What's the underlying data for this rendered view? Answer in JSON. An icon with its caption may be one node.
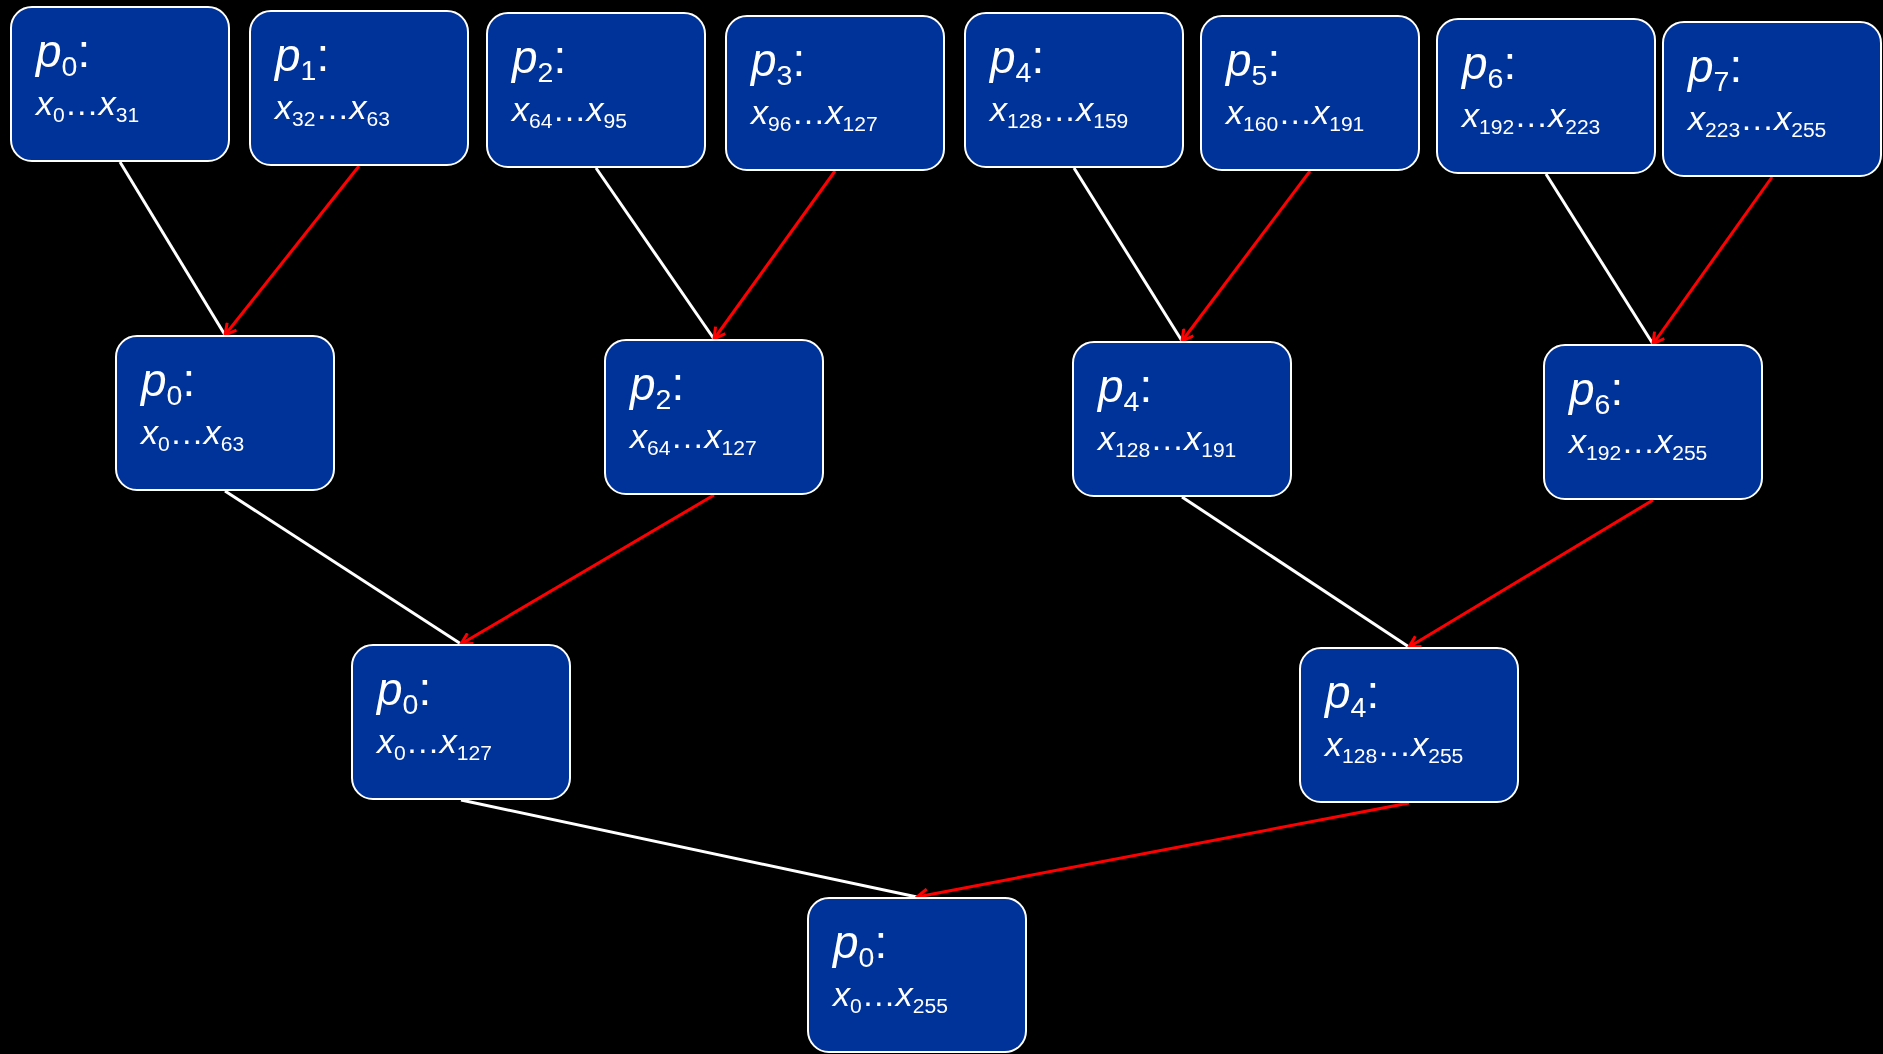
{
  "diagram": {
    "nodes": [
      {
        "text": [
          "*p*$_{0}$:",
          "*x*$_{0}$…*x*$_{31}$"
        ]
      },
      {
        "text": [
          "*p*$_{1}$:",
          "*x*$_{32}$…*x*$_{63}$"
        ]
      },
      {
        "text": [
          "*p*$_{2}$:",
          "*x*$_{64}$…*x*$_{95}$"
        ]
      },
      {
        "text": [
          "*p*$_{3}$:",
          "*x*$_{96}$…*x*$_{127}$"
        ]
      },
      {
        "text": [
          "*p*$_{4}$:",
          "*x*$_{128}$…*x*$_{159}$"
        ]
      },
      {
        "text": [
          "*p*$_{5}$:",
          "*x*$_{160}$…*x*$_{191}$"
        ]
      },
      {
        "text": [
          "*p*$_{6}$:",
          "*x*$_{192}$…*x*$_{223}$"
        ]
      },
      {
        "text": [
          "*p*$_{7}$:",
          "*x*$_{223}$…*x*$_{255}$"
        ]
      },
      {
        "text": [
          "*p*$_{0}$:",
          "*x*$_{0}$…*x*$_{63}$"
        ]
      },
      {
        "text": [
          "*p*$_{2}$:",
          "*x*$_{64}$…*x*$_{127}$"
        ]
      },
      {
        "text": [
          "*p*$_{4}$:",
          "*x*$_{128}$…*x*$_{191}$"
        ]
      },
      {
        "text": [
          "*p*$_{6}$:",
          "*x*$_{192}$…*x*$_{255}$"
        ]
      },
      {
        "text": [
          "*p*$_{0}$:",
          "*x*$_{0}$…*x*$_{127}$"
        ]
      },
      {
        "text": [
          "*p*$_{4}$:",
          "*x*$_{128}$…*x*$_{255}$"
        ]
      },
      {
        "text": [
          "*p*$_{0}$:",
          "*x*$_{0}$…*x*$_{255}$"
        ]
      }
    ],
    "edges": [
      {
        "from": 0,
        "to": 8,
        "arrow": "none",
        "color": "#ffffff"
      },
      {
        "from": 1,
        "to": 8,
        "arrow": "to",
        "color": "#ff0000"
      },
      {
        "from": 2,
        "to": 9,
        "arrow": "none",
        "color": "#ffffff"
      },
      {
        "from": 3,
        "to": 9,
        "arrow": "to",
        "color": "#ff0000"
      },
      {
        "from": 4,
        "to": 10,
        "arrow": "none",
        "color": "#ffffff"
      },
      {
        "from": 5,
        "to": 10,
        "arrow": "to",
        "color": "#ff0000"
      },
      {
        "from": 6,
        "to": 11,
        "arrow": "none",
        "color": "#ffffff"
      },
      {
        "from": 7,
        "to": 11,
        "arrow": "to",
        "color": "#ff0000"
      },
      {
        "from": 8,
        "to": 12,
        "arrow": "none",
        "color": "#ffffff"
      },
      {
        "from": 9,
        "to": 12,
        "arrow": "to",
        "color": "#ff0000"
      },
      {
        "from": 10,
        "to": 13,
        "arrow": "none",
        "color": "#ffffff"
      },
      {
        "from": 11,
        "to": 13,
        "arrow": "to",
        "color": "#ff0000"
      },
      {
        "from": 12,
        "to": 14,
        "arrow": "none",
        "color": "#ffffff"
      },
      {
        "from": 13,
        "to": 14,
        "arrow": "to",
        "color": "#ff0000"
      }
    ]
  }
}
